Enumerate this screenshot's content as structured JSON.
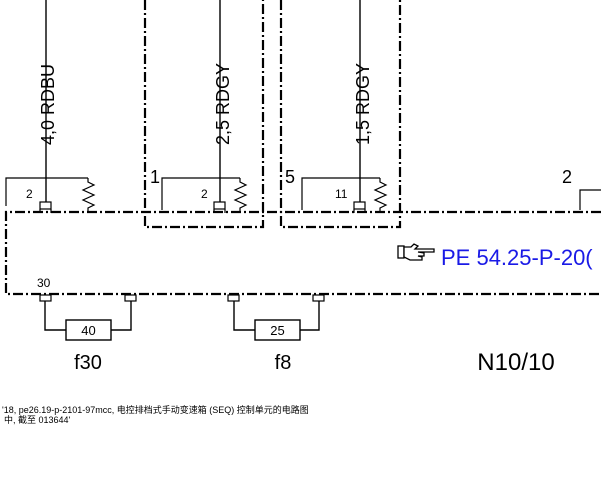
{
  "wires": [
    {
      "label": "4,0 RDBU",
      "pin": "2"
    },
    {
      "label": "2,5 RDGY",
      "pin": "2",
      "connector": "1"
    },
    {
      "label": "1,5 RDGY",
      "pin": "11",
      "connector": "5"
    }
  ],
  "right_connector": "2",
  "reference": {
    "text": "PE 54.25-P-20("
  },
  "bottom_pin": "30",
  "fuses": [
    {
      "value": "40",
      "name": "f30"
    },
    {
      "value": "25",
      "name": "f8"
    }
  ],
  "module": "N10/10",
  "footer": {
    "line1": "'18, pe26.19-p-2101-97mcc, 电控排档式手动变速箱 (SEQ) 控制单元的电路图",
    "line2": "中, 截至 013644'"
  }
}
